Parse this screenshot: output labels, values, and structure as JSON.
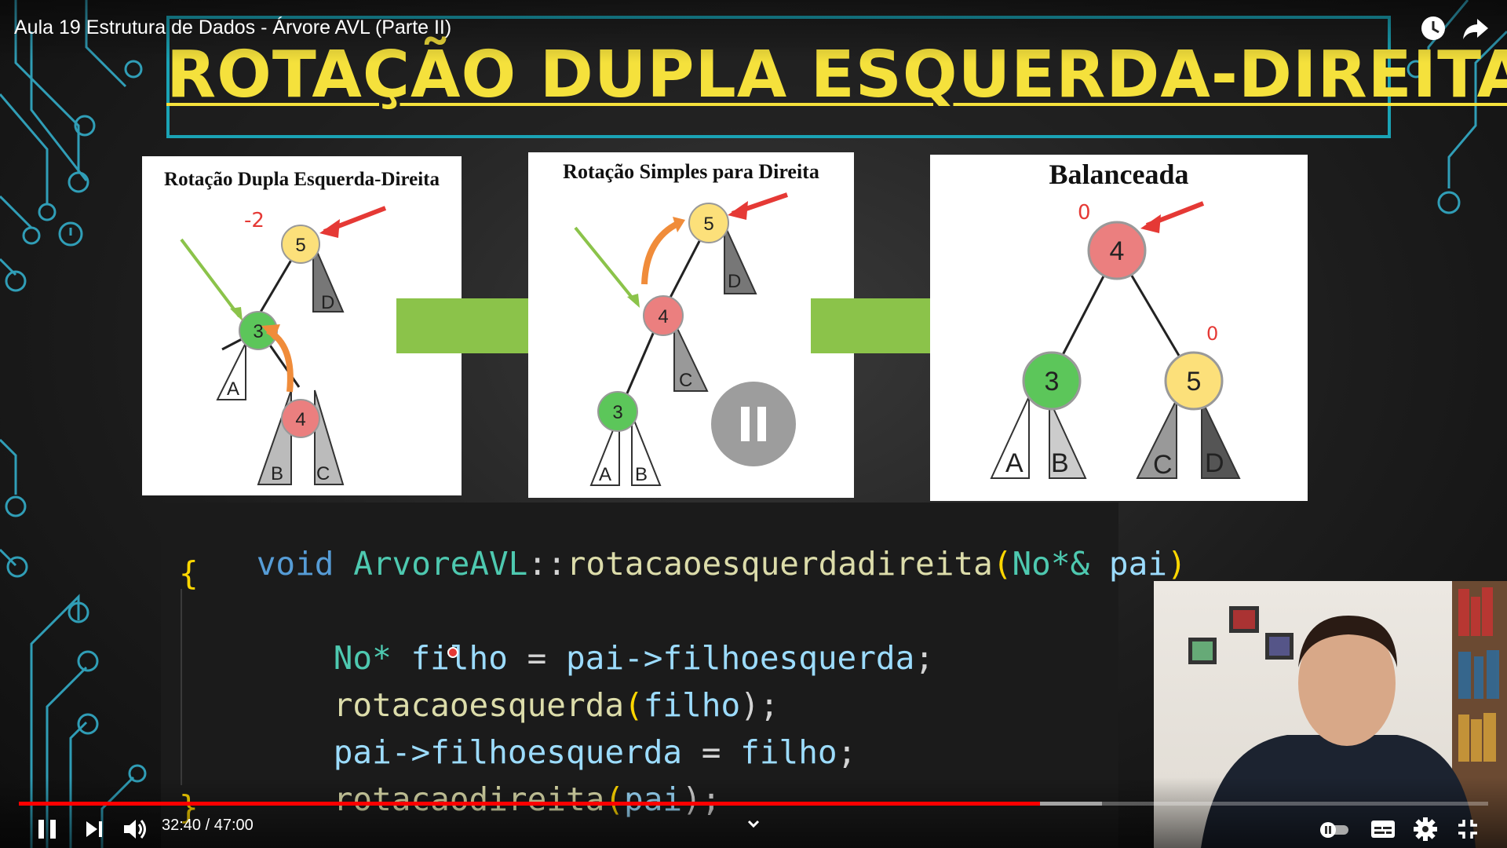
{
  "video": {
    "title": "Aula 19 Estrutura de Dados - Árvore AVL (Parte II)",
    "current_time": "32:40",
    "duration": "47:00",
    "time_display": "32:40 / 47:00",
    "played_fraction": 0.695,
    "loaded_fraction": 0.737
  },
  "slide": {
    "title": "ROTAÇÃO DUPLA ESQUERDA-DIREITA",
    "panels": [
      {
        "caption": "Rotação Dupla Esquerda-Direita",
        "nodes": [
          "5",
          "3",
          "4"
        ],
        "subtrees": [
          "D",
          "A",
          "B",
          "C"
        ],
        "annotation": "-2"
      },
      {
        "caption": "Rotação Simples para Direita",
        "nodes": [
          "5",
          "4",
          "3"
        ],
        "subtrees": [
          "D",
          "C",
          "A",
          "B"
        ]
      },
      {
        "caption": "Balanceada",
        "nodes": [
          "4",
          "3",
          "5"
        ],
        "subtrees": [
          "A",
          "B",
          "C",
          "D"
        ],
        "annotations": [
          "0",
          "0"
        ]
      }
    ],
    "code": {
      "signature": {
        "void": "void",
        "class": "ArvoreAVL",
        "sep": "::",
        "func": "rotacaoesquerdadireita",
        "open": "(",
        "type": "No*&",
        "param": "pai",
        "close": ")"
      },
      "open_brace": "{",
      "line1": {
        "type": "No*",
        "var": "filho",
        "eq": "=",
        "expr": "pai->filhoesquerda",
        "end": ";"
      },
      "line2": {
        "func": "rotacaoesquerda",
        "open": "(",
        "arg": "filho",
        "close": ");"
      },
      "line3": {
        "lhs": "pai->filhoesquerda",
        "eq": "=",
        "rhs": "filho",
        "end": ";"
      },
      "line4": {
        "func": "rotacaodireita",
        "open": "(",
        "arg": "pai",
        "close": ");"
      },
      "close_brace": "}"
    }
  },
  "colors": {
    "title_yellow": "#f5e13c",
    "frame_teal": "#1aa3b5",
    "node_yellow": "#fce07a",
    "node_green": "#5cc65a",
    "node_red": "#eb7f7f",
    "arrow_green": "#8bc34a",
    "progress_red": "#ff0000"
  },
  "icons": [
    "watch-later-icon",
    "share-icon",
    "pause-icon",
    "next-icon",
    "volume-icon",
    "chevron-down-icon",
    "autoplay-toggle-icon",
    "subtitles-icon",
    "settings-icon",
    "exit-fullscreen-icon"
  ]
}
